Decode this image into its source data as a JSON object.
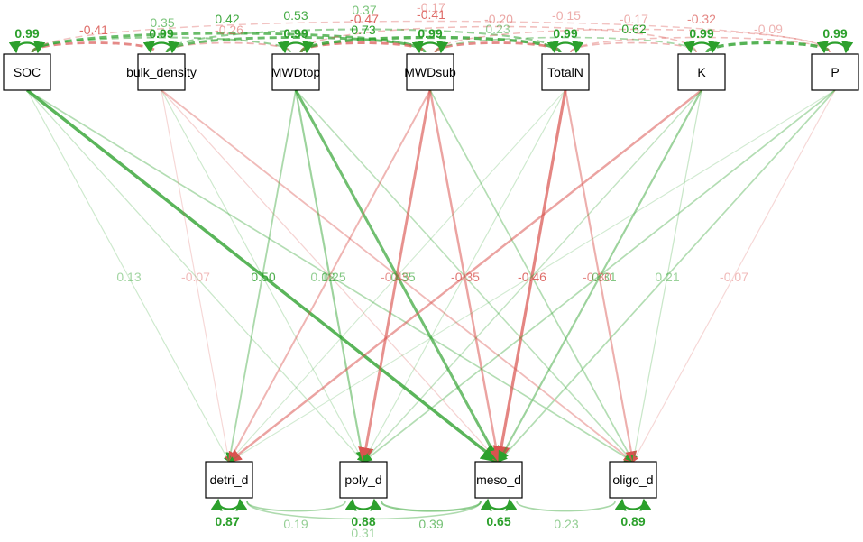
{
  "colors": {
    "positive": "#2ca02c",
    "negative": "#d9534f",
    "node_border": "#000000",
    "background": "#ffffff"
  },
  "nodes": {
    "top": [
      {
        "id": "SOC",
        "label": "SOC",
        "variance": "0.99"
      },
      {
        "id": "bulk_density",
        "label": "bulk_density",
        "variance": "0.99"
      },
      {
        "id": "MWDtop",
        "label": "MWDtop",
        "variance": "0.99"
      },
      {
        "id": "MWDsub",
        "label": "MWDsub",
        "variance": "0.99"
      },
      {
        "id": "TotalN",
        "label": "TotalN",
        "variance": "0.99"
      },
      {
        "id": "K",
        "label": "K",
        "variance": "0.99"
      },
      {
        "id": "P",
        "label": "P",
        "variance": "0.99"
      }
    ],
    "bottom": [
      {
        "id": "detri_d",
        "label": "detri_d",
        "variance": "0.87"
      },
      {
        "id": "poly_d",
        "label": "poly_d",
        "variance": "0.88"
      },
      {
        "id": "meso_d",
        "label": "meso_d",
        "variance": "0.65"
      },
      {
        "id": "oligo_d",
        "label": "oligo_d",
        "variance": "0.89"
      }
    ]
  },
  "top_covariance_labels": [
    {
      "text": "-0.41",
      "sign": "neg",
      "strength": 0.8
    },
    {
      "text": "0.35",
      "sign": "pos",
      "strength": 0.5
    },
    {
      "text": "0.42",
      "sign": "pos",
      "strength": 0.85
    },
    {
      "text": "-0.26",
      "sign": "neg",
      "strength": 0.4
    },
    {
      "text": "0.53",
      "sign": "pos",
      "strength": 0.85
    },
    {
      "text": "-0.47",
      "sign": "neg",
      "strength": 0.85
    },
    {
      "text": "0.73",
      "sign": "pos",
      "strength": 1.0
    },
    {
      "text": "0.37",
      "sign": "pos",
      "strength": 0.5
    },
    {
      "text": "-0.41",
      "sign": "neg",
      "strength": 0.8
    },
    {
      "text": "0.23",
      "sign": "pos",
      "strength": 0.35
    },
    {
      "text": "-0.17",
      "sign": "neg",
      "strength": 0.3
    },
    {
      "text": "-0.20",
      "sign": "neg",
      "strength": 0.35
    },
    {
      "text": "-0.15",
      "sign": "neg",
      "strength": 0.3
    },
    {
      "text": "-0.17",
      "sign": "neg",
      "strength": 0.3
    },
    {
      "text": "0.62",
      "sign": "pos",
      "strength": 1.0
    },
    {
      "text": "-0.32",
      "sign": "neg",
      "strength": 0.6
    },
    {
      "text": "-0.09",
      "sign": "neg",
      "strength": 0.25
    }
  ],
  "path_labels": [
    {
      "text": "0.13",
      "sign": "pos",
      "strength": 0.25
    },
    {
      "text": "-0.07",
      "sign": "neg",
      "strength": 0.2
    },
    {
      "text": "0.50",
      "sign": "pos",
      "strength": 0.8
    },
    {
      "text": "0.12",
      "sign": "pos",
      "strength": 0.35
    },
    {
      "text": "0.25",
      "sign": "pos",
      "strength": 0.45
    },
    {
      "text": "-0.45",
      "sign": "neg",
      "strength": 0.5
    },
    {
      "text": "0.35",
      "sign": "pos",
      "strength": 0.5
    },
    {
      "text": "-0.35",
      "sign": "neg",
      "strength": 0.7
    },
    {
      "text": "-0.46",
      "sign": "neg",
      "strength": 0.8
    },
    {
      "text": "-0.30",
      "sign": "neg",
      "strength": 0.55
    },
    {
      "text": "0.31",
      "sign": "pos",
      "strength": 0.45
    },
    {
      "text": "0.21",
      "sign": "pos",
      "strength": 0.3
    },
    {
      "text": "-0.07",
      "sign": "neg",
      "strength": 0.2
    }
  ],
  "bottom_covariance_labels": [
    {
      "text": "0.19",
      "sign": "pos",
      "strength": 0.35
    },
    {
      "text": "0.31",
      "sign": "pos",
      "strength": 0.3
    },
    {
      "text": "0.39",
      "sign": "pos",
      "strength": 0.55
    },
    {
      "text": "0.23",
      "sign": "pos",
      "strength": 0.35
    }
  ]
}
